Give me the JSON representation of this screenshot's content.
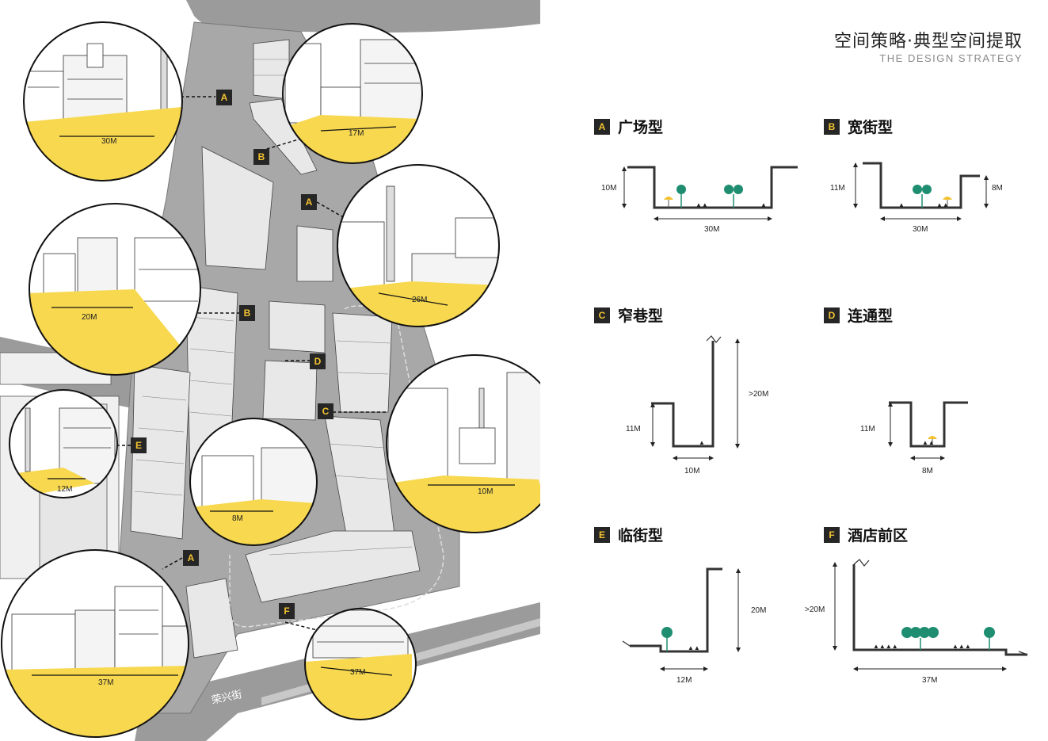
{
  "header": {
    "title_cn": "空间策略·典型空间提取",
    "title_en": "THE DESIGN STRATEGY"
  },
  "colors": {
    "ground_yellow": "#f7d84f",
    "tree_green": "#1f8e70",
    "badge_dark": "#262626",
    "badge_text": "#f2c230",
    "road_gray": "#8c8c8c",
    "site_gray": "#a8a8a8"
  },
  "map": {
    "street_name": "荣兴街",
    "markers": [
      {
        "letter": "A"
      },
      {
        "letter": "B"
      },
      {
        "letter": "A"
      },
      {
        "letter": "B"
      },
      {
        "letter": "D"
      },
      {
        "letter": "C"
      },
      {
        "letter": "E"
      },
      {
        "letter": "A"
      },
      {
        "letter": "F"
      }
    ],
    "circle_widths": [
      "30M",
      "17M",
      "26M",
      "20M",
      "12M",
      "8M",
      "10M",
      "37M",
      "37M"
    ]
  },
  "strategies": [
    {
      "letter": "A",
      "name": "广场型",
      "height": "10M",
      "width": "30M"
    },
    {
      "letter": "B",
      "name": "宽街型",
      "height_left": "11M",
      "height_right": "8M",
      "width": "30M"
    },
    {
      "letter": "C",
      "name": "窄巷型",
      "height_left": "11M",
      "height_right": ">20M",
      "width": "10M"
    },
    {
      "letter": "D",
      "name": "连通型",
      "height": "11M",
      "width": "8M"
    },
    {
      "letter": "E",
      "name": "临街型",
      "height": "20M",
      "width": "12M"
    },
    {
      "letter": "F",
      "name": "酒店前区",
      "height": ">20M",
      "width": "37M"
    }
  ]
}
